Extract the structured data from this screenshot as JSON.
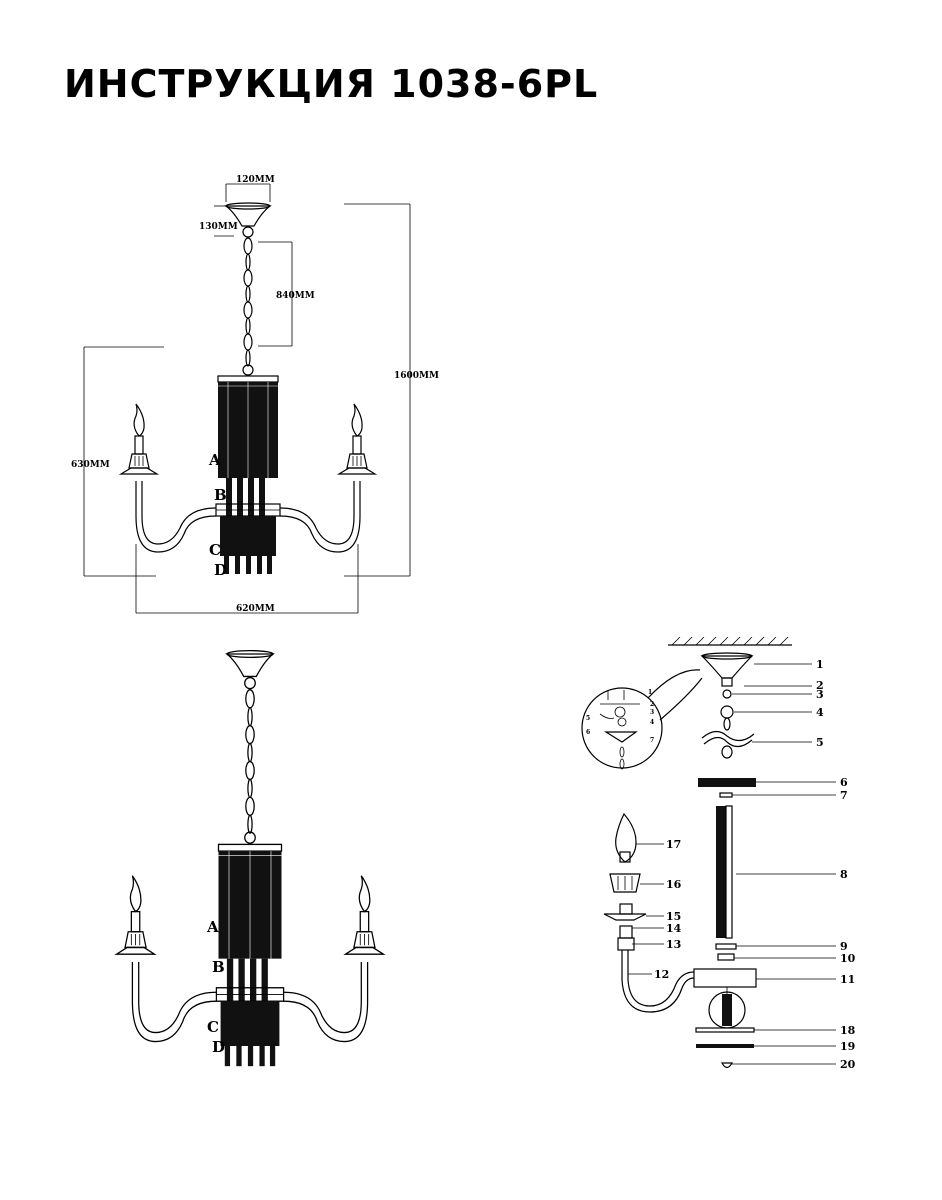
{
  "title": "ИНСТРУКЦИЯ 1038-6PL",
  "dimensions": {
    "canopy_width": "120ММ",
    "canopy_height": "130ММ",
    "chain_length": "840ММ",
    "total_height": "1600ММ",
    "body_height": "630ММ",
    "total_width": "620ММ"
  },
  "section_labels": [
    "A",
    "B",
    "C",
    "D"
  ],
  "part_numbers": [
    "1",
    "2",
    "3",
    "4",
    "5",
    "6",
    "7",
    "8",
    "9",
    "10",
    "11",
    "12",
    "13",
    "14",
    "15",
    "16",
    "17",
    "18",
    "19",
    "20"
  ],
  "detail_numbers": [
    "1",
    "2",
    "3",
    "4",
    "5",
    "6",
    "7"
  ],
  "colors": {
    "ink": "#000000",
    "paper": "#ffffff",
    "fill_dark": "#111111"
  }
}
